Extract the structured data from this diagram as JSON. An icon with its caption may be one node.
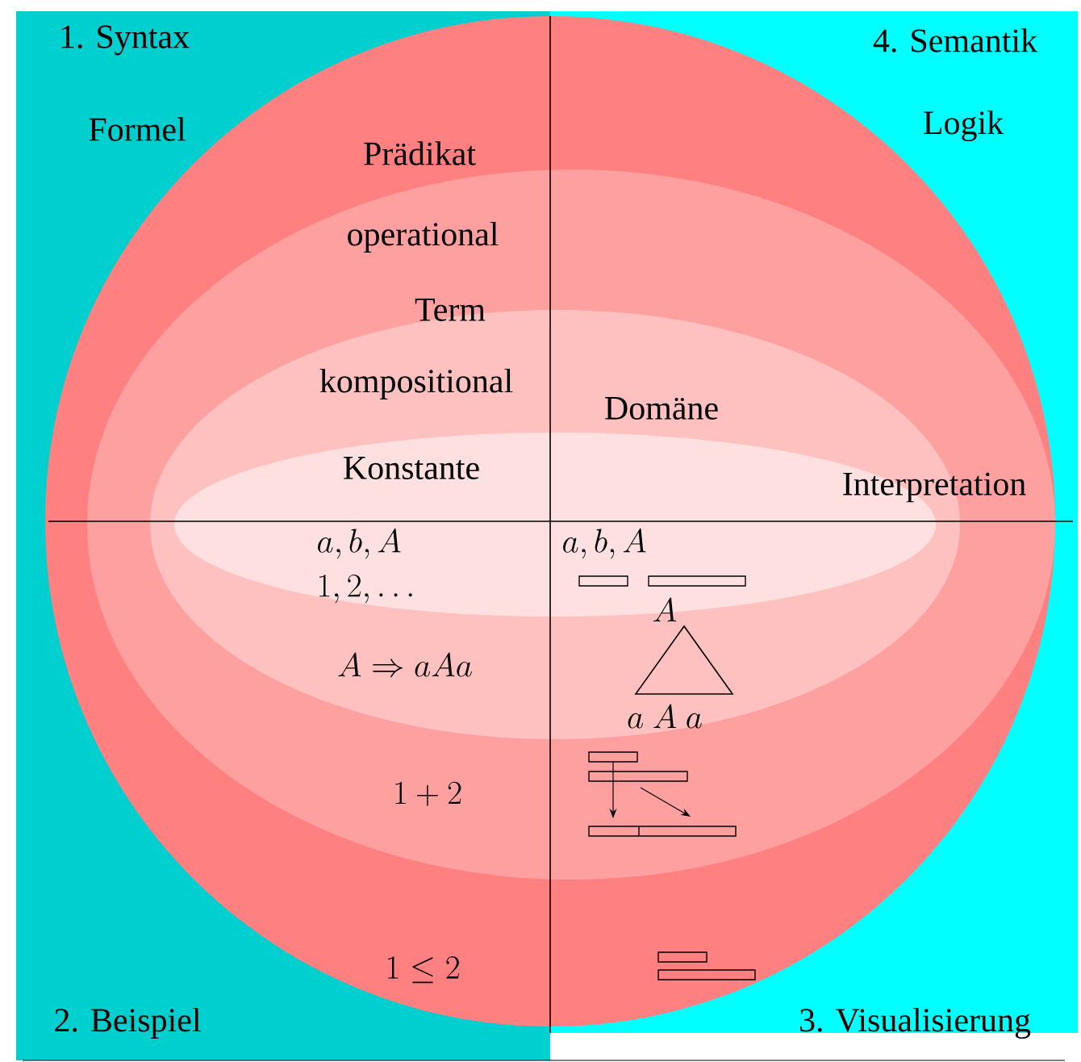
{
  "diagram": {
    "labels": [
      "1. Syntax",
      "4. Semantik",
      "Formel",
      "Logik",
      "Prädikat",
      "operational",
      "Term",
      "kompositional",
      "Domäne",
      "Konstante",
      "Interpretation",
      "a, b, A",
      "1, 2, \\ldots",
      "a, b, A",
      "A",
      "A \\Rightarrow aAa",
      "a\\ A\\ a",
      "1+2",
      "1 \\leq 2",
      "2. Beispiel",
      "3. Visualisierung"
    ]
  }
}
